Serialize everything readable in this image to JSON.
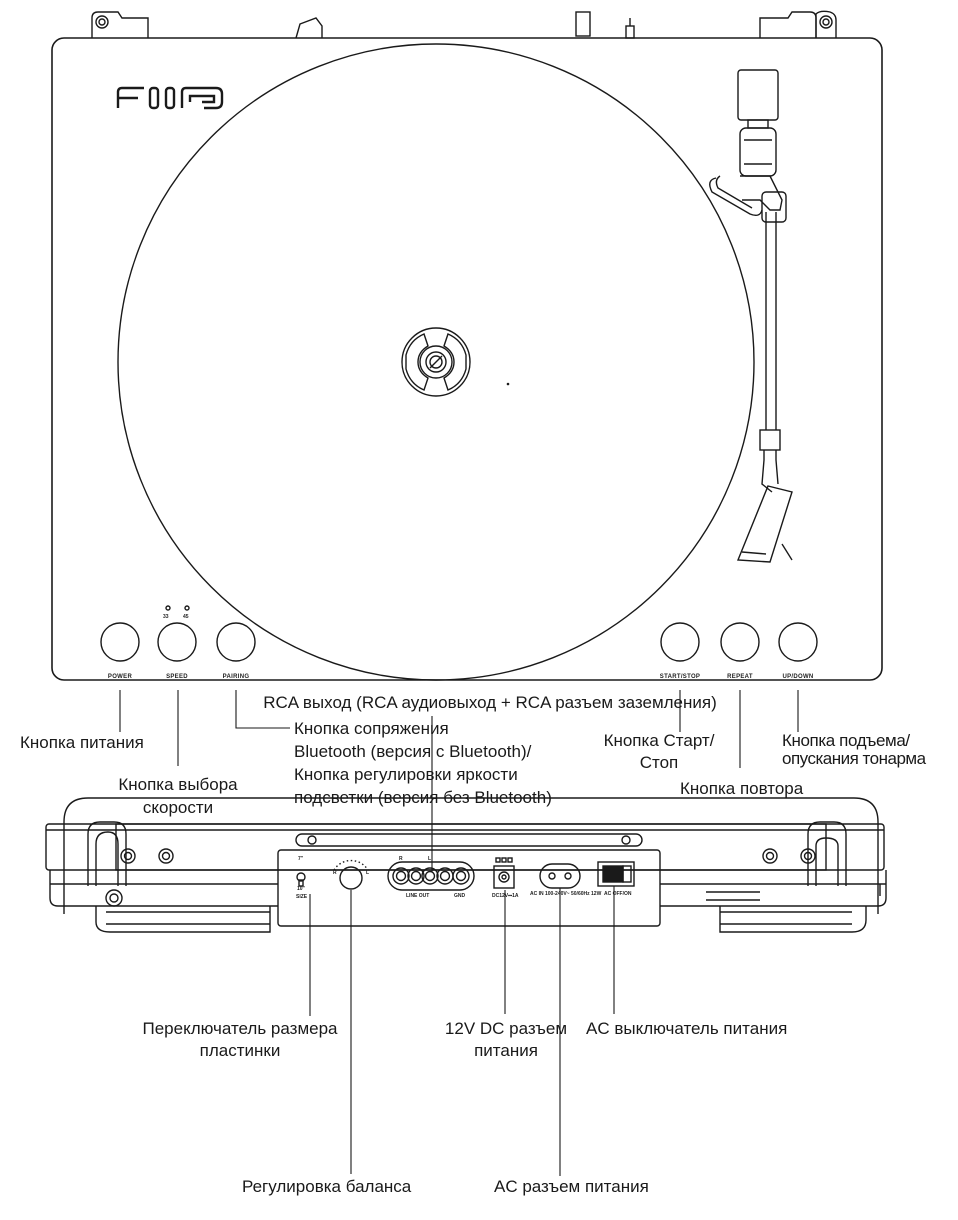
{
  "top_view": {
    "brand_logo": "FiiO",
    "speed_indicators": [
      "33",
      "45"
    ],
    "button_labels": {
      "power": "POWER",
      "speed": "SPEED",
      "pairing": "PAIRING",
      "start_stop": "START/STOP",
      "repeat": "REPEAT",
      "up_down": "UP/DOWN"
    },
    "callouts": {
      "power": "Кнопка питания",
      "speed": [
        "Кнопка выбора",
        "скорости"
      ],
      "pairing": [
        "Кнопка сопряжения",
        "Bluetooth (версия с Bluetooth)/",
        "Кнопка регулировки яркости",
        "подсветки (версия без Bluetooth)"
      ],
      "start_stop": [
        "Кнопка Старт/",
        "Стоп"
      ],
      "repeat": "Кнопка повтора",
      "up_down": [
        "Кнопка подъема/",
        "опускания тонарма"
      ]
    }
  },
  "rear_view": {
    "panel_labels": {
      "size_7": "7\"",
      "size_10": "10\"",
      "size": "SIZE",
      "balance_r": "R",
      "balance_l": "L",
      "rca_r": "R",
      "rca_l": "L",
      "line_out": "LINE OUT",
      "gnd": "GND",
      "dc_in": "DC12V⎓1A",
      "ac_in": "AC IN 100-240V~ 50/60Hz 12W",
      "ac_switch": "AC OFF/ON"
    },
    "callouts": {
      "rca_out": "RCA выход (RCA аудиовыход + RCA разъем заземления)",
      "size_switch": [
        "Переключатель размера",
        "пластинки"
      ],
      "balance": "Регулировка баланса",
      "dc_power": [
        "12V DC разъем",
        "питания"
      ],
      "ac_power": "AC разъем питания",
      "ac_switch": "AC выключатель питания"
    }
  }
}
